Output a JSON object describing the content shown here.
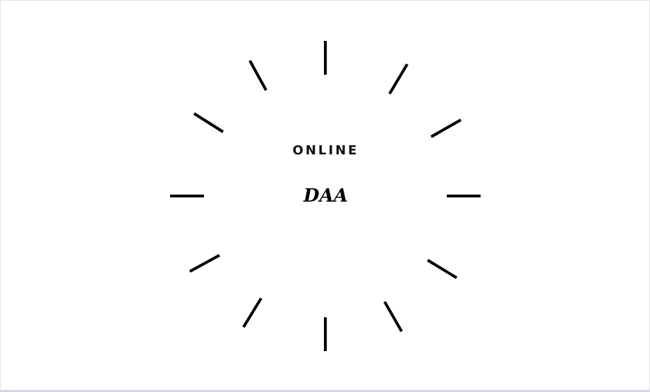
{
  "logo": {
    "line_one": "ONLINE",
    "line_two": "DAA",
    "ink_color": "#000000",
    "background_color": "#ffffff",
    "tick_count": 12
  }
}
